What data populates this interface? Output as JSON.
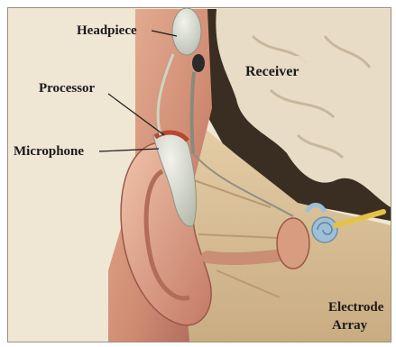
{
  "labels": {
    "headpiece": "Headpiece",
    "processor": "Processor",
    "microphone": "Microphone",
    "receiver": "Receiver",
    "electrode_line1": "Electrode",
    "electrode_line2": "Array"
  },
  "colors": {
    "background": "#efe6d4",
    "skin": "#d89c80",
    "skin_shadow": "#a8645a",
    "brain": "#e9dcc6",
    "bone": "#dcc29a",
    "device": "#d8dcd0",
    "cochlea": "#9dc0d6",
    "wire": "#e3c24a",
    "text": "#1a1a1a"
  }
}
